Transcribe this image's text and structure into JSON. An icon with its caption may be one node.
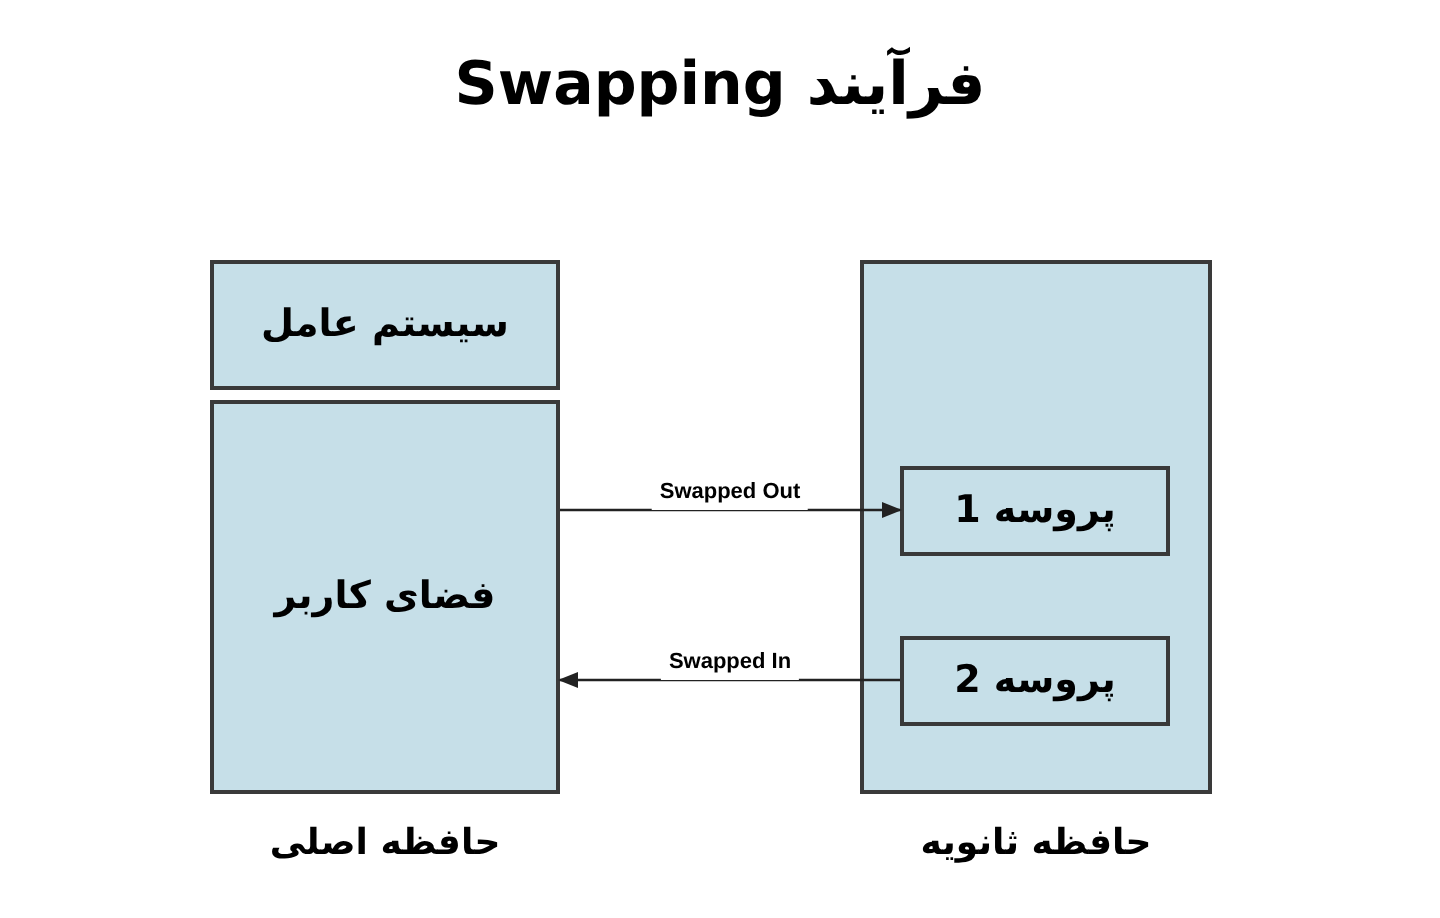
{
  "diagram": {
    "title": "فرآیند Swapping",
    "nodes": [
      {
        "text": [
          "سیستم عامل"
        ]
      },
      {
        "text": [
          "فضای کاربر"
        ],
        "beside": [
          "حافظه اصلی"
        ]
      },
      {
        "text": [],
        "shape": "box",
        "beside": [
          "حافظه ثانویه"
        ]
      },
      {
        "text": [
          "پروسه 1"
        ],
        "in": 2
      },
      {
        "text": [
          "پروسه 2"
        ],
        "in": 2
      }
    ],
    "edges": [
      {
        "from": 1,
        "to": 3,
        "arrow": "to",
        "label": "Swapped Out"
      },
      {
        "from": 4,
        "to": 1,
        "arrow": "to",
        "label": "Swapped In"
      }
    ]
  }
}
